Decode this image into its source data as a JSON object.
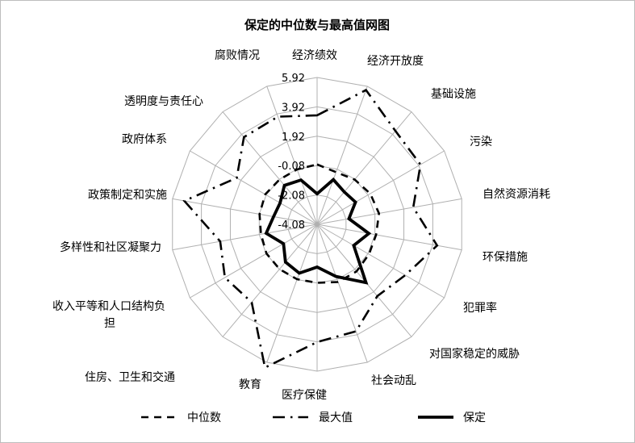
{
  "chart_data": {
    "type": "radar",
    "title": "保定的中位数与最高值网图",
    "categories": [
      "经济绩效",
      "经济开放度",
      "基础设施",
      "污染",
      "自然资源消耗",
      "环保措施",
      "犯罪率",
      "对国家稳定的威胁",
      "社会动乱",
      "医疗保健",
      "教育",
      "住房、卫生和交通",
      "收入平等和人口结构负担",
      "多样性和社区凝聚力",
      "政策制定和实施",
      "政府体系",
      "透明度与责任心",
      "腐败情况"
    ],
    "axis_ticks": [
      "-4.08",
      "-2.08",
      "-0.08",
      "1.92",
      "3.92",
      "5.92"
    ],
    "rlim": [
      -4.08,
      5.92
    ],
    "grid": true,
    "legend_position": "bottom",
    "series": [
      {
        "name": "中位数",
        "style": "dashed",
        "values": [
          0.0,
          -0.3,
          -0.1,
          0.1,
          0.2,
          0.0,
          0.0,
          0.1,
          0.1,
          -0.1,
          -0.1,
          -0.1,
          -0.1,
          -0.2,
          -0.1,
          0.0,
          -0.1,
          -0.1
        ]
      },
      {
        "name": "最大值",
        "style": "dash-dot",
        "values": [
          3.34,
          5.65,
          4.22,
          4.05,
          2.57,
          4.22,
          2.85,
          2.3,
          3.67,
          3.94,
          6.3,
          2.85,
          3.17,
          2.62,
          5.1,
          2.24,
          3.67,
          3.72
        ]
      },
      {
        "name": "保定",
        "style": "solid",
        "values": [
          -2.0,
          -0.84,
          -1.2,
          -1.06,
          -1.88,
          -0.5,
          -1.2,
          1.1,
          -0.3,
          -1.17,
          -0.54,
          -0.73,
          -1.44,
          -0.56,
          -1.07,
          -1.17,
          -0.62,
          -0.87
        ]
      }
    ]
  }
}
